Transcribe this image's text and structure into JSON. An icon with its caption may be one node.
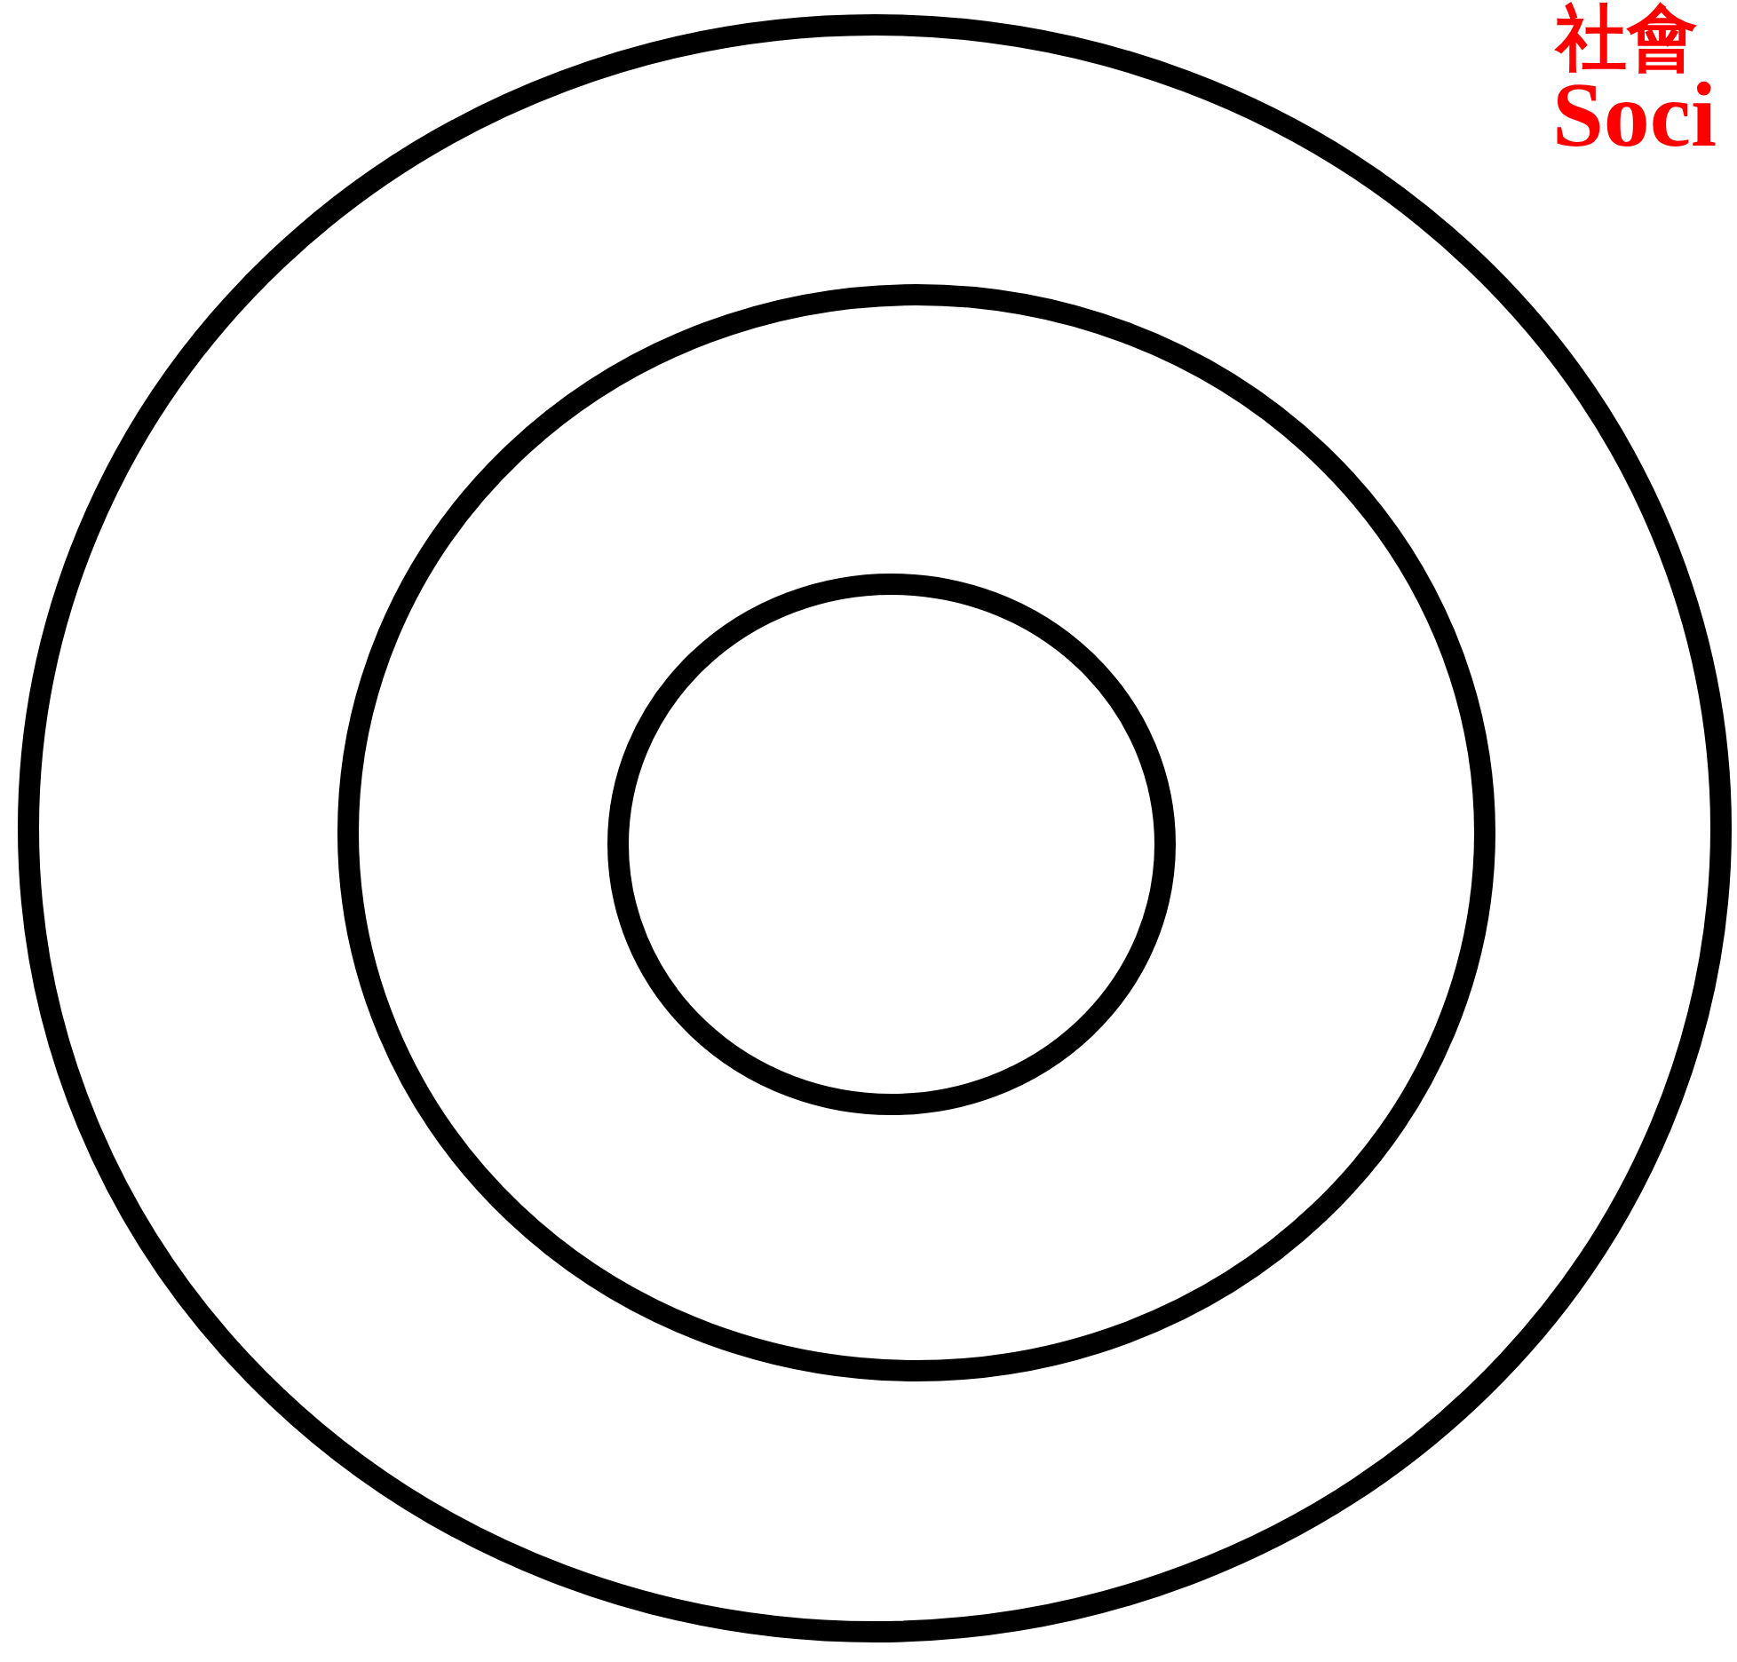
{
  "diagram": {
    "nodes": [
      {
        "text": [],
        "shape": "circle"
      },
      {
        "text": [],
        "shape": "circle",
        "in": 0
      },
      {
        "text": [],
        "shape": "circle",
        "in": 1
      }
    ],
    "labels": [
      "社會",
      "Soci"
    ]
  }
}
